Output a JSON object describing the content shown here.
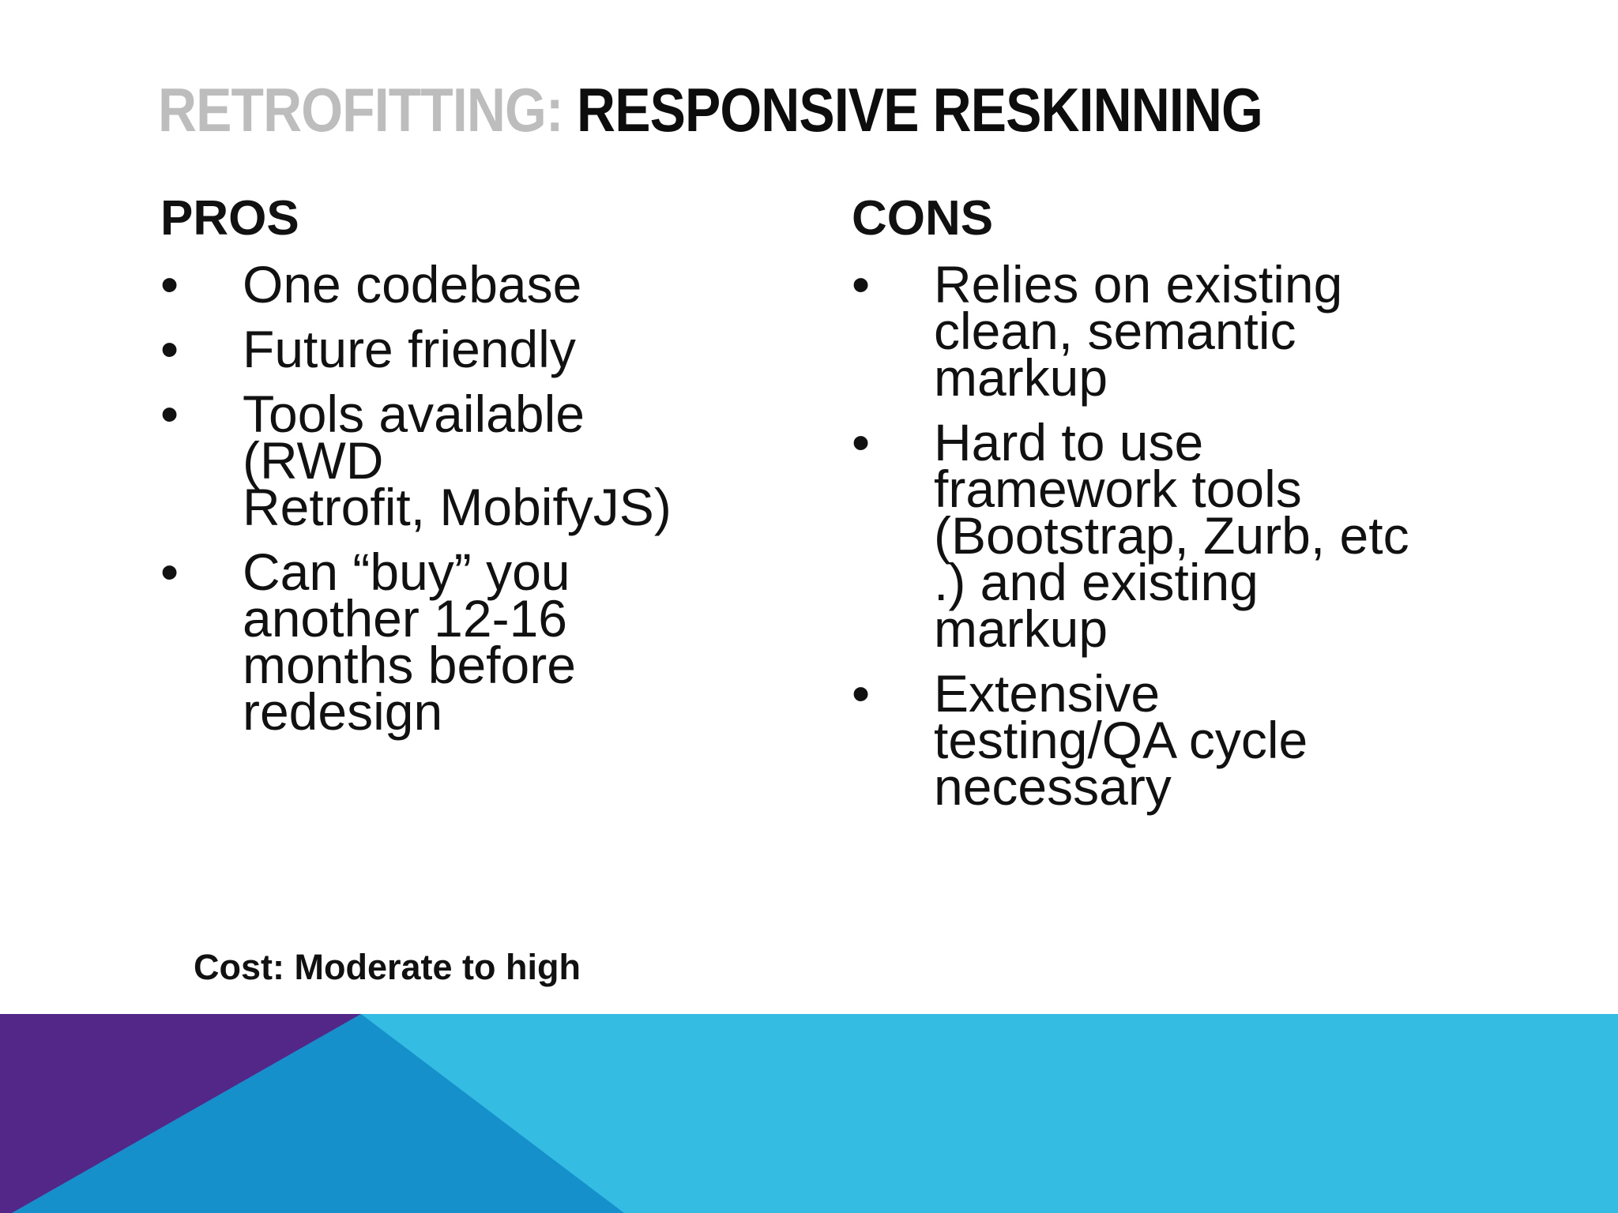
{
  "slide": {
    "title": {
      "muted": "RETROFITTING:",
      "emphasis": "RESPONSIVE RESKINNING"
    },
    "bullet_glyph": "•",
    "columns": [
      {
        "heading": "PROS",
        "items": [
          [
            "One codebase"
          ],
          [
            "Future friendly"
          ],
          [
            "Tools available",
            "(RWD",
            "Retrofit, MobifyJS)"
          ],
          [
            "Can “buy” you",
            "another 12-16",
            "months before",
            "redesign"
          ]
        ]
      },
      {
        "heading": "CONS",
        "items": [
          [
            "Relies on existing",
            "clean, semantic",
            "markup"
          ],
          [
            "Hard to use",
            "framework tools",
            "(Bootstrap, Zurb, etc",
            ".) and existing",
            "markup"
          ],
          [
            "Extensive",
            "testing/QA cycle",
            "necessary"
          ]
        ]
      }
    ],
    "footnote": "Cost: Moderate to high",
    "colors": {
      "title_muted": "#bdbdbd",
      "title_strong": "#0d0d0d",
      "text": "#111111",
      "purple": "#522788",
      "blue": "#1590cb",
      "cyan": "#35bce2"
    }
  }
}
